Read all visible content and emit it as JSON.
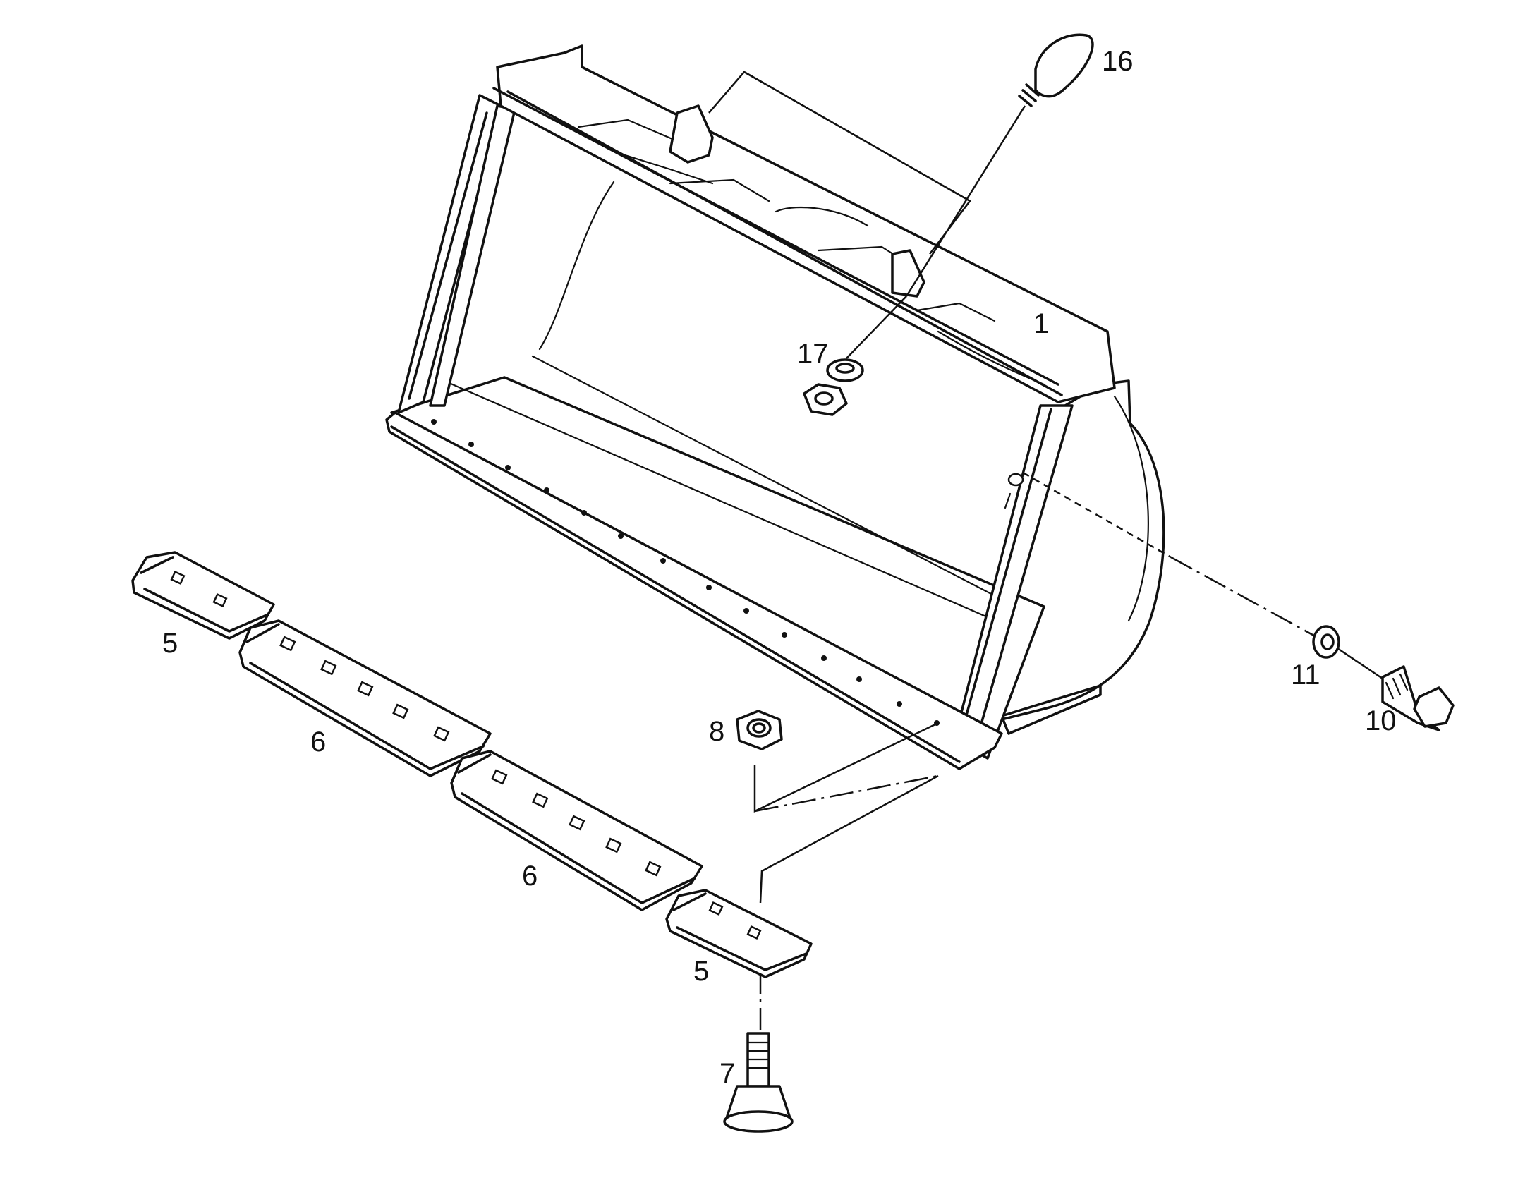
{
  "diagram": {
    "callouts": {
      "c1": "1",
      "c5a": "5",
      "c5b": "5",
      "c6a": "6",
      "c6b": "6",
      "c7": "7",
      "c8": "8",
      "c10": "10",
      "c11": "11",
      "c16": "16",
      "c17": "17"
    },
    "colors": {
      "ink": "#111111",
      "paper": "#ffffff"
    }
  }
}
